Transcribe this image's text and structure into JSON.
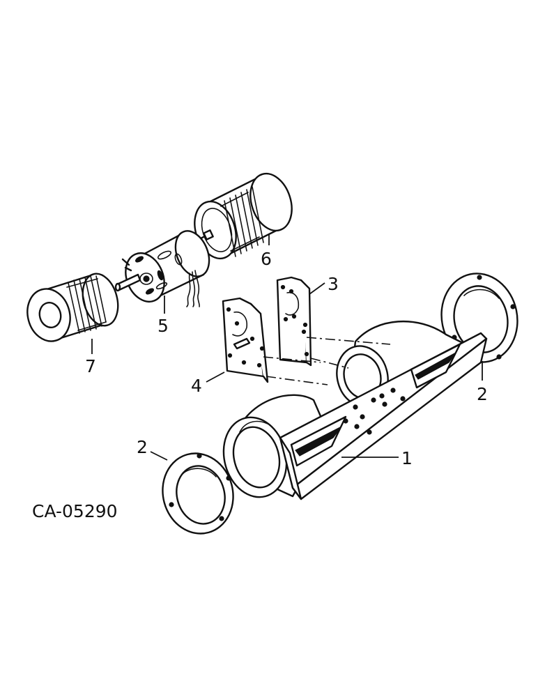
{
  "figure": {
    "code": "CA-05290",
    "callouts": [
      "1",
      "2",
      "2",
      "3",
      "4",
      "5",
      "6",
      "7"
    ]
  },
  "parts": [
    {
      "callout": "1",
      "depicts": "blower housing"
    },
    {
      "callout": "2",
      "depicts": "mounting ring (right)"
    },
    {
      "callout": "2",
      "depicts": "mounting ring (left)"
    },
    {
      "callout": "3",
      "depicts": "motor bracket (rear)"
    },
    {
      "callout": "4",
      "depicts": "motor bracket (front)"
    },
    {
      "callout": "5",
      "depicts": "blower motor"
    },
    {
      "callout": "6",
      "depicts": "blower wheel (right)"
    },
    {
      "callout": "7",
      "depicts": "blower wheel (left)"
    }
  ],
  "colors": {
    "ink": "#111111",
    "paper": "#ffffff"
  }
}
